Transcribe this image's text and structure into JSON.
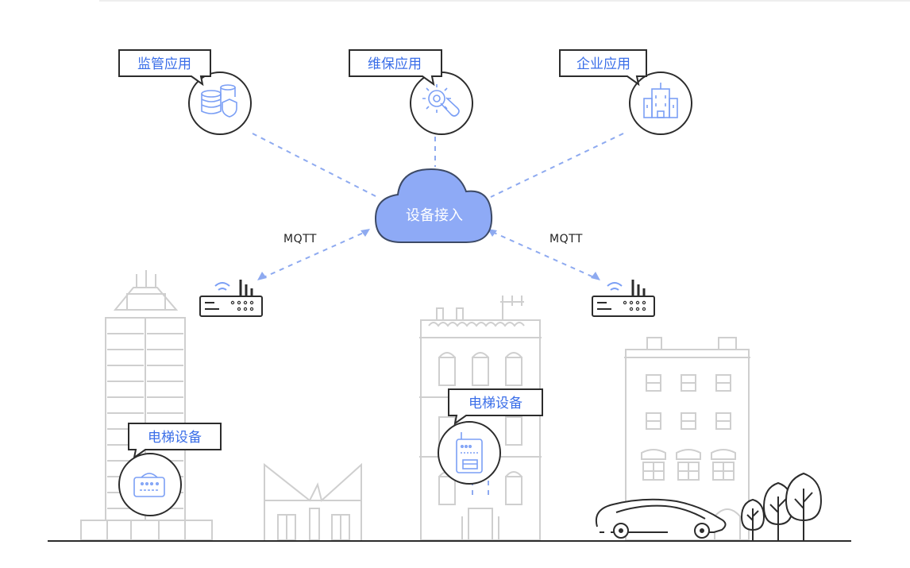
{
  "labels": {
    "monitoring_app": "监管应用",
    "maintenance_app": "维保应用",
    "enterprise_app": "企业应用",
    "device_access": "设备接入",
    "mqtt_left": "MQTT",
    "mqtt_right": "MQTT",
    "elevator_left": "电梯设备",
    "elevator_right": "电梯设备"
  },
  "colors": {
    "accent": "#3a6ee8",
    "cloud_fill": "#8eaaf6",
    "cloud_stroke": "#3d4a66",
    "building_line": "#cfcfcf",
    "dark_line": "#2c2c2c",
    "dash_line": "#8eaaf0"
  },
  "icons": [
    "database-shield-icon",
    "gear-wrench-icon",
    "office-building-icon",
    "router-icon",
    "elevator-controller-icon"
  ]
}
